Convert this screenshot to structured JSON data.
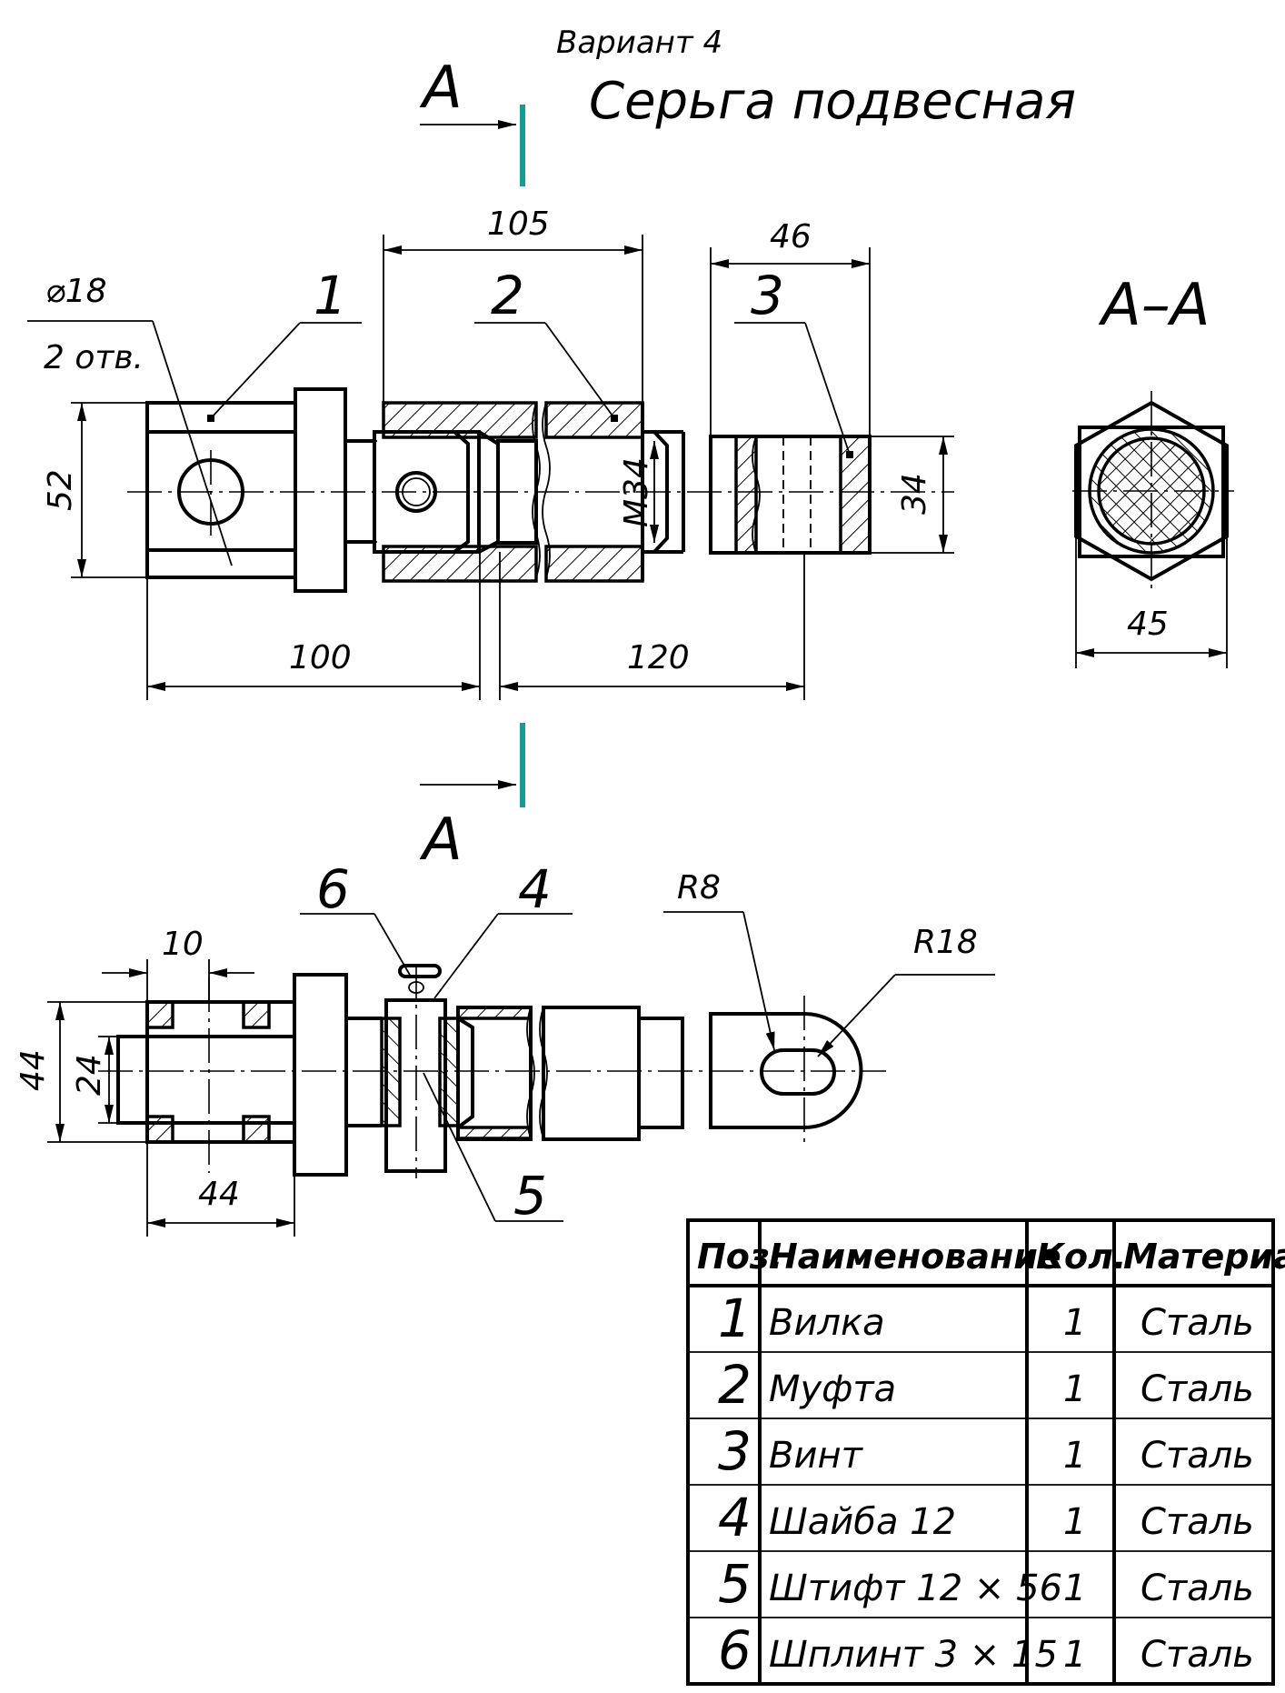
{
  "title": {
    "variant": "Вариант 4",
    "name": "Серьга подвесная"
  },
  "section": {
    "cut_letter_top": "А",
    "cut_letter_bottom": "А",
    "view_label": "А–А"
  },
  "dimensions": {
    "d105": "105",
    "d46": "46",
    "hole": "⌀18",
    "holes_count": "2 отв.",
    "d52": "52",
    "m34": "М34",
    "d34": "34",
    "d100": "100",
    "d120": "120",
    "d45": "45",
    "d10": "10",
    "d44_left": "44",
    "d24": "24",
    "d44_bottom": "44",
    "r8": "R8",
    "r18": "R18"
  },
  "positions": {
    "p1": "1",
    "p2": "2",
    "p3": "3",
    "p4": "4",
    "p5": "5",
    "p6": "6"
  },
  "spec_table": {
    "headers": [
      "Поз.",
      "Наименование",
      "Кол.",
      "Материал"
    ],
    "rows": [
      {
        "pos": "1",
        "name": "Вилка",
        "qty": "1",
        "material": "Сталь"
      },
      {
        "pos": "2",
        "name": "Муфта",
        "qty": "1",
        "material": "Сталь"
      },
      {
        "pos": "3",
        "name": "Винт",
        "qty": "1",
        "material": "Сталь"
      },
      {
        "pos": "4",
        "name": "Шайба 12",
        "qty": "1",
        "material": "Сталь"
      },
      {
        "pos": "5",
        "name": "Штифт 12 × 56",
        "qty": "1",
        "material": "Сталь"
      },
      {
        "pos": "6",
        "name": "Шплинт 3 × 15",
        "qty": "1",
        "material": "Сталь"
      }
    ]
  },
  "colors": {
    "ink": "#000000",
    "cutting_plane": "#1a9a96",
    "paper": "#ffffff"
  }
}
